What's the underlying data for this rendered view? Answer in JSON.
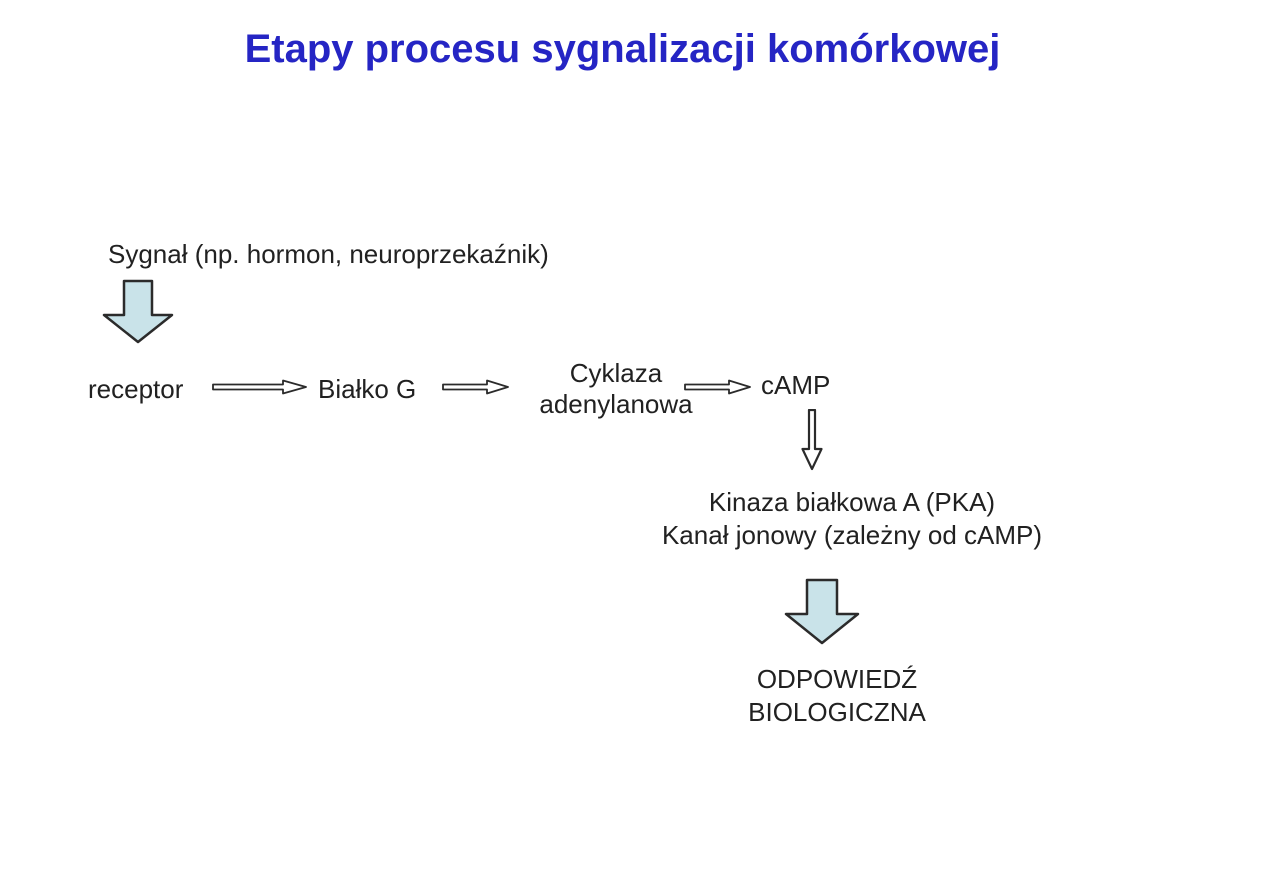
{
  "slide": {
    "title": "Etapy procesu sygnalizacji komórkowej",
    "signal_label": "Sygnał (np. hormon, neuroprzekaźnik)",
    "chain": {
      "step1": "receptor",
      "step2": "Białko G",
      "step3_line1": "Cyklaza",
      "step3_line2": "adenylanowa",
      "step4": "cAMP"
    },
    "effectors": {
      "line1": "Kinaza białkowa A (PKA)",
      "line2": "Kanał jonowy (zależny od cAMP)"
    },
    "response": {
      "line1": "ODPOWIEDŹ",
      "line2": "BIOLOGICZNA"
    },
    "icons": {
      "down_block_arrow": "down-block-arrow-icon",
      "right_thin_arrow": "right-arrow-icon",
      "down_thin_arrow": "down-arrow-icon"
    }
  },
  "colors": {
    "title": "#2525c4",
    "text": "#212121",
    "block_arrow_fill": "#c9e3e9",
    "outline": "#2b2b2b",
    "background": "#ffffff"
  }
}
